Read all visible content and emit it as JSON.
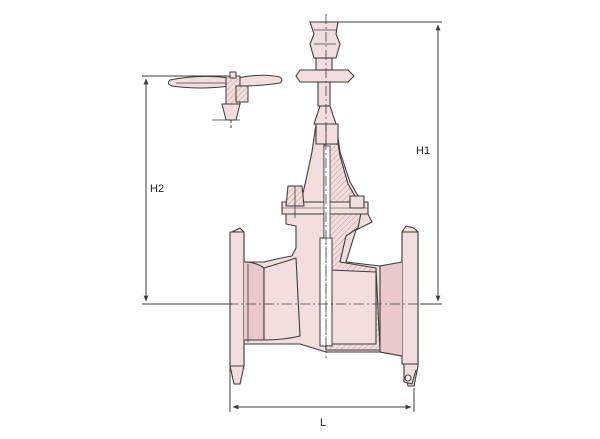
{
  "labels": {
    "h1": "H1",
    "h2": "H2",
    "l": "L"
  },
  "colors": {
    "line": "#3c3c3c",
    "body_fill": "#f3dede",
    "section_fill": "#e9c9c9",
    "background": "#ffffff"
  }
}
